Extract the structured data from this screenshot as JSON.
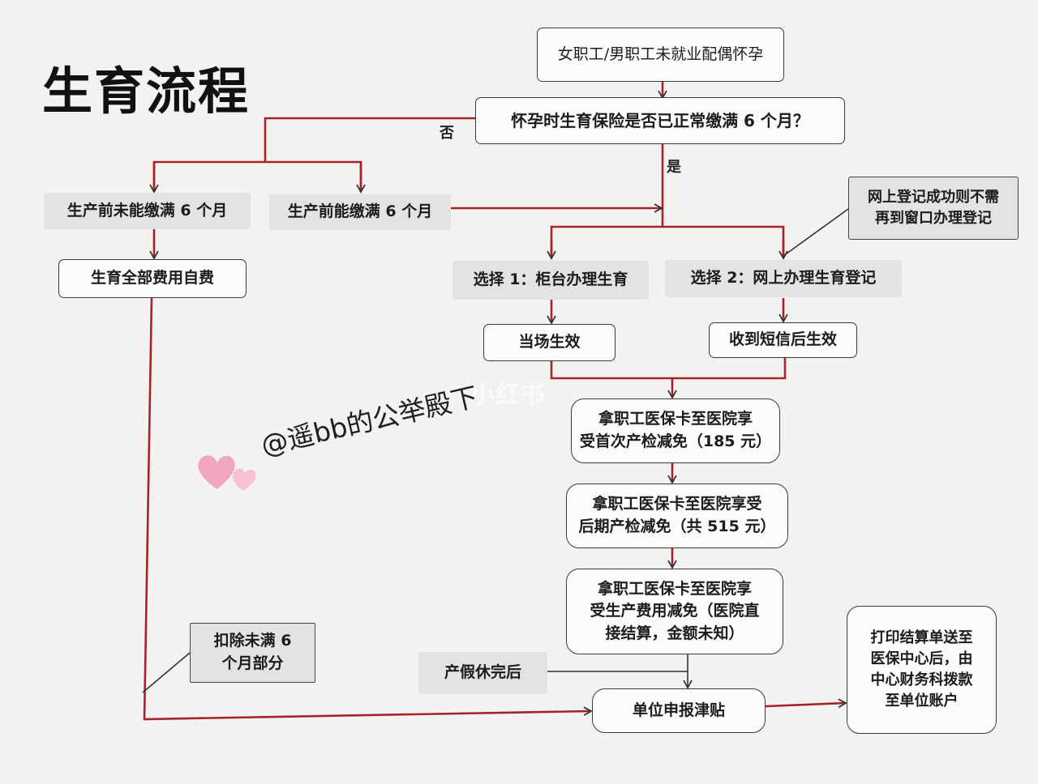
{
  "title": "生育流程",
  "nodes": {
    "start": "女职工/男职工未就业配偶怀孕",
    "question": "怀孕时生育保险是否已正常缴满 6 个月？",
    "not_full": "生产前未能缴满 6 个月",
    "full": "生产前能缴满 6 个月",
    "self_pay": "生育全部费用自费",
    "online_note": "网上登记成功则不需\n再到窗口办理登记",
    "choice1": "选择 1：柜台办理生育",
    "choice2": "选择 2：网上办理生育登记",
    "effective_now": "当场生效",
    "effective_sms": "收到短信后生效",
    "first_exam": "拿职工医保卡至医院享\n受首次产检减免（185 元）",
    "later_exam": "拿职工医保卡至医院享受\n后期产检减免（共 515 元）",
    "birth_cost": "拿职工医保卡至医院享\n受生产费用减免（医院直\n接结算，金额未知）",
    "deduct": "扣除未满 6\n个月部分",
    "after_leave": "产假休完后",
    "apply_allowance": "单位申报津贴",
    "print_settle": "打印结算单送至\n医保中心后，由\n中心财务科拨款\n至单位账户"
  },
  "edge_labels": {
    "no": "否",
    "yes": "是"
  },
  "watermark": {
    "handle": "@遥bb的公举殿下",
    "brand": "小红书"
  },
  "colors": {
    "arrow": "#a5232b",
    "arrow_dark": "#333333",
    "box_gray": "#e4e3e1",
    "heart": "#f2a6be"
  }
}
